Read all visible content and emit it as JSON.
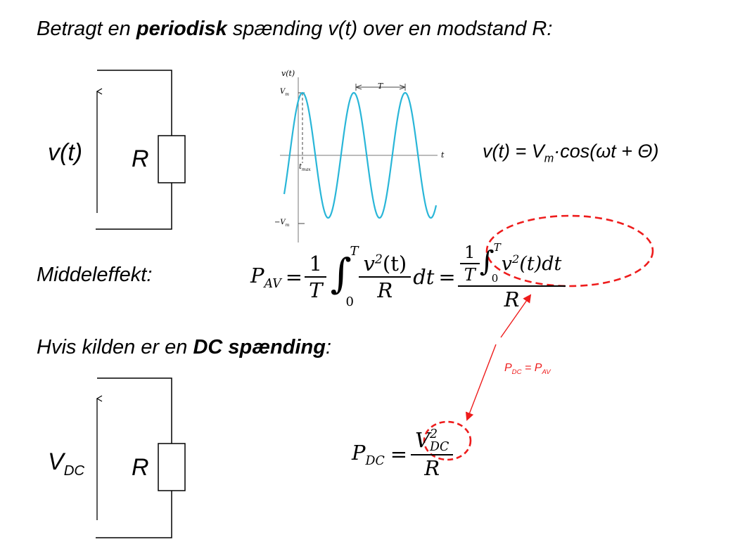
{
  "heading": {
    "prefix": "Betragt en ",
    "bold": "periodisk",
    "suffix": " spænding v(t) over en modstand R:"
  },
  "circuit_ac": {
    "voltage_label": "v(t)",
    "resistor_label": "R"
  },
  "waveform": {
    "y_axis_label": "v(t)",
    "vm_label": "V",
    "vm_sub": "m",
    "neg_vm_label": "−V",
    "neg_vm_sub": "m",
    "t_label": "t",
    "tmax_label": "t",
    "tmax_sub": "max",
    "period_label": "T",
    "wave_color": "#29b6d8"
  },
  "equation_cos": {
    "lhs": "v(t) = V",
    "lhs_sub": "m",
    "rhs": "·cos(ωt + Θ)"
  },
  "middeleffekt": {
    "label": "Middeleffekt:",
    "p": "P",
    "p_sub": "AV",
    "eq": "=",
    "one": "1",
    "T": "T",
    "int_upper": "T",
    "int_lower": "0",
    "integrand_num": "v",
    "integrand_sup": "2",
    "integrand_arg": "(t)",
    "integrand_den": "R",
    "dt": "dt",
    "eq2": "=",
    "inner_tail": "(t)dt",
    "den_R": "R"
  },
  "dc_heading": {
    "prefix": "Hvis kilden er en ",
    "bold": "DC spænding",
    "suffix": ":"
  },
  "circuit_dc": {
    "voltage_label": "V",
    "voltage_sub": "DC",
    "resistor_label": "R"
  },
  "annotation": {
    "text_p1": "P",
    "sub1": "DC",
    "text_mid": " = P",
    "sub2": "AV",
    "color": "#ee1c1c"
  },
  "pdc_equation": {
    "p": "P",
    "p_sub": "DC",
    "eq": "=",
    "num_V": "V",
    "num_sup": "2",
    "num_sub": "DC",
    "den": "R"
  }
}
